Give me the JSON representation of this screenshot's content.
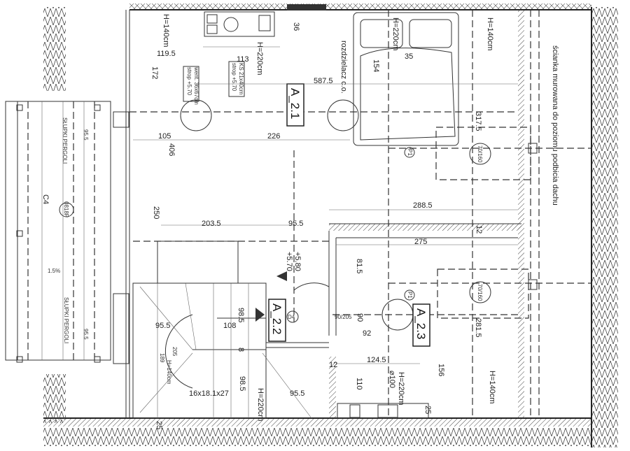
{
  "plan": {
    "rooms": [
      {
        "id": "A_2.1",
        "label": "A_2.1"
      },
      {
        "id": "A_2.2",
        "label": "A_2.2"
      },
      {
        "id": "A_2.3",
        "label": "A_2.3"
      }
    ],
    "notes": {
      "distributor": "rozdzielacz c.o.",
      "masonry_wall": "ścianka murowana do poziomu podbicia dachu",
      "pergola_posts_1": "SŁUPKI PERGOLI",
      "pergola_posts_2": "SŁUPKI PERGOLI",
      "slope": "1.5%",
      "c4": "C4",
      "code": "0818P",
      "stairs": "16x18.1x27",
      "level_top": "+5.80",
      "level_bottom": "+5.70",
      "door_d4": "D4",
      "window_p1_a": "P1",
      "window_p1_b": "P1",
      "door_dims": "90/205",
      "skylight_a": "70/160",
      "skylight_b": "70/160",
      "diameter": "⌀100"
    },
    "vents": {
      "went_1": "went. 36x67cm",
      "went_2": "strop +5.70",
      "ks_1": "KS 21x40cm",
      "ks_2": "strop +5.70"
    },
    "heights": {
      "h1": "H=140cm",
      "h2": "H=220cm",
      "h3": "H=220cm",
      "h4": "H=140cm",
      "h5": "H=140cm",
      "h6": "H=220cm",
      "h7": "H=220cm",
      "h8": "H=140cm"
    },
    "dims": {
      "d119_5": "119.5",
      "d172": "172",
      "d36": "36",
      "d113": "113",
      "d587_5": "587.5",
      "d105": "105",
      "d406": "406",
      "d226": "226",
      "d35": "35",
      "d154": "154",
      "d317_5": "317.5",
      "d288_5": "288.5",
      "d250": "250",
      "d203_5": "203.5",
      "d95_5a": "95.5",
      "d275": "275",
      "d81_5": "81.5",
      "d98_5a": "98.5",
      "d108": "108",
      "d95_5b": "95.5",
      "d205": "205",
      "d189": "189",
      "d8": "8",
      "d98_5b": "98.5",
      "d95_5c": "95.5",
      "d25a": "25",
      "d90": "90",
      "d92": "92",
      "d281_5": "281.5",
      "d12a": "12",
      "d124_5": "124.5",
      "d110": "110",
      "d156": "156",
      "d25b": "25",
      "d12b": "12",
      "d95_5d": "95.5",
      "d95_5e": "95.5"
    }
  }
}
